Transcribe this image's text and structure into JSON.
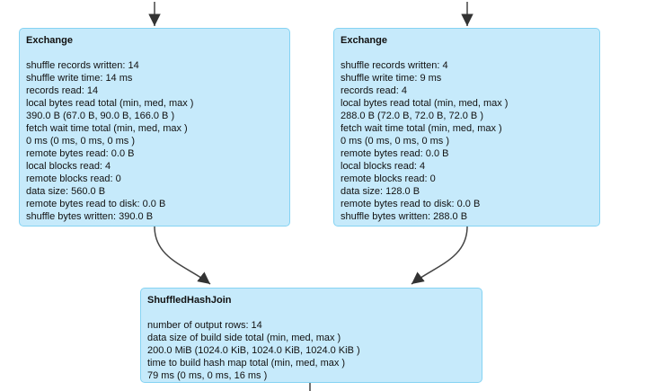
{
  "diagram": {
    "type": "query-plan-dag",
    "colors": {
      "node_fill": "#c6eafb",
      "node_border": "#85d3f3",
      "edge": "#444444",
      "arrowhead": "#333333",
      "background": "#ffffff"
    },
    "nodes": {
      "exchange_left": {
        "title": "Exchange",
        "lines": [
          "shuffle records written: 14",
          "shuffle write time: 14 ms",
          "records read: 14",
          "local bytes read total (min, med, max )",
          "390.0 B (67.0 B, 90.0 B, 166.0 B )",
          "fetch wait time total (min, med, max )",
          "0 ms (0 ms, 0 ms, 0 ms )",
          "remote bytes read: 0.0 B",
          "local blocks read: 4",
          "remote blocks read: 0",
          "data size: 560.0 B",
          "remote bytes read to disk: 0.0 B",
          "shuffle bytes written: 390.0 B"
        ]
      },
      "exchange_right": {
        "title": "Exchange",
        "lines": [
          "shuffle records written: 4",
          "shuffle write time: 9 ms",
          "records read: 4",
          "local bytes read total (min, med, max )",
          "288.0 B (72.0 B, 72.0 B, 72.0 B )",
          "fetch wait time total (min, med, max )",
          "0 ms (0 ms, 0 ms, 0 ms )",
          "remote bytes read: 0.0 B",
          "local blocks read: 4",
          "remote blocks read: 0",
          "data size: 128.0 B",
          "remote bytes read to disk: 0.0 B",
          "shuffle bytes written: 288.0 B"
        ]
      },
      "shuffled_hash_join": {
        "title": "ShuffledHashJoin",
        "lines": [
          "number of output rows: 14",
          "data size of build side total (min, med, max )",
          "200.0 MiB (1024.0 KiB, 1024.0 KiB, 1024.0 KiB )",
          "time to build hash map total (min, med, max )",
          "79 ms (0 ms, 0 ms, 16 ms )"
        ]
      }
    }
  }
}
